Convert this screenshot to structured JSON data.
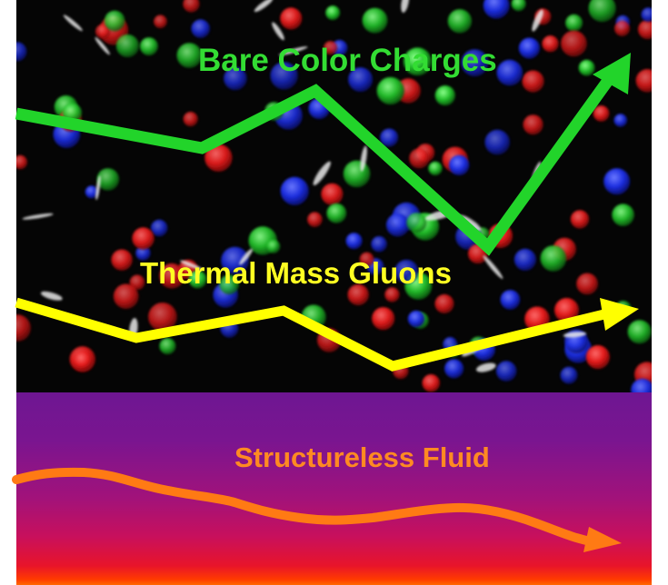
{
  "labels": {
    "bare_color_charges": "Bare Color Charges",
    "thermal_mass_gluons": "Thermal Mass Gluons",
    "structureless_fluid": "Structureless Fluid"
  },
  "colors": {
    "particle_red": "#e51b1b",
    "particle_green": "#22c02a",
    "particle_blue": "#1c2ee0",
    "particle_white": "#e8e8e8",
    "arrow_green": "#22d42a",
    "arrow_yellow": "#ffff00",
    "arrow_orange": "#ff7a14"
  }
}
